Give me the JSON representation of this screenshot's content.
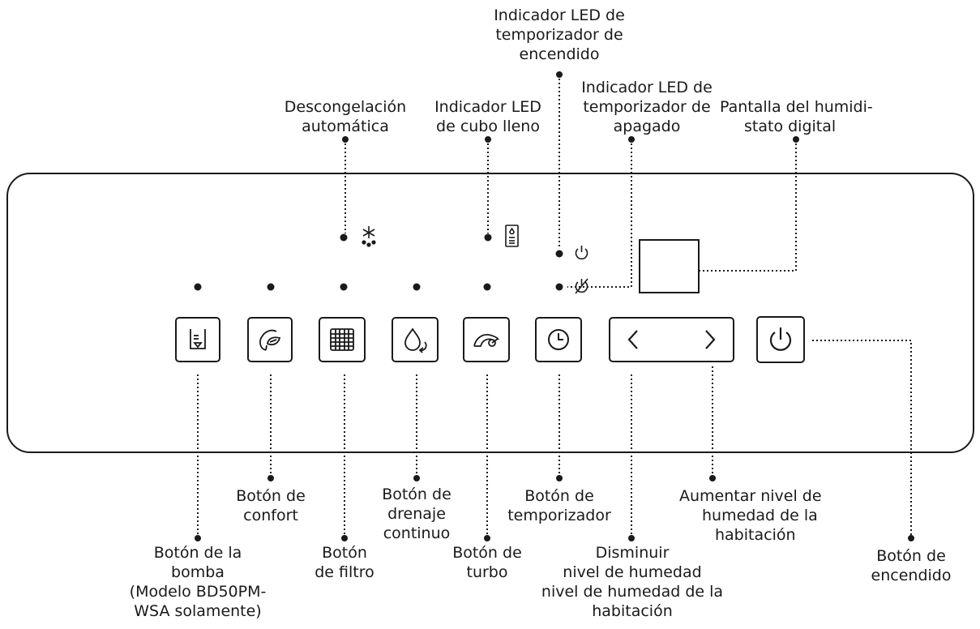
{
  "labels": {
    "timer_on_led": [
      "Indicador LED de",
      "temporizador de",
      "encendido"
    ],
    "timer_off_led": [
      "Indicador LED de",
      "temporizador de",
      "apagado"
    ],
    "auto_defrost": [
      "Descongelación",
      "automática"
    ],
    "bucket_full_led": [
      "Indicador LED",
      "de cubo lleno"
    ],
    "humidistat_display": [
      "Pantalla del humidi-",
      "stato digital"
    ],
    "comfort_button": [
      "Botón de",
      "confort"
    ],
    "continuous_drain_button": [
      "Botón de",
      "drenaje",
      "continuo"
    ],
    "timer_button": [
      "Botón de",
      "temporizador"
    ],
    "increase_humidity": [
      "Aumentar nivel de",
      "humedad de la",
      "habitación"
    ],
    "pump_button": [
      "Botón de la",
      "bomba",
      "(Modelo BD50PM-",
      "WSA solamente)"
    ],
    "filter_button": [
      "Botón",
      "de filtro"
    ],
    "turbo_button": [
      "Botón de",
      "turbo"
    ],
    "decrease_humidity": [
      "Disminuir",
      "nivel de humedad",
      "nivel de humedad de la",
      "habitación"
    ],
    "power_button": [
      "Botón de",
      "encendido"
    ]
  },
  "icons": {
    "pump": "pump-icon",
    "comfort": "comfort-leaf-icon",
    "filter": "filter-grid-icon",
    "drain": "drain-drop-icon",
    "turbo": "turbo-fan-icon",
    "timer": "clock-icon",
    "left": "chevron-left-icon",
    "right": "chevron-right-icon",
    "power": "power-icon",
    "defrost": "snowflake-drops-icon",
    "bucket": "bucket-full-icon",
    "timer_on": "timer-on-icon",
    "timer_off": "timer-off-icon"
  },
  "colors": {
    "ink": "#1a1a1a",
    "background": "#ffffff"
  }
}
